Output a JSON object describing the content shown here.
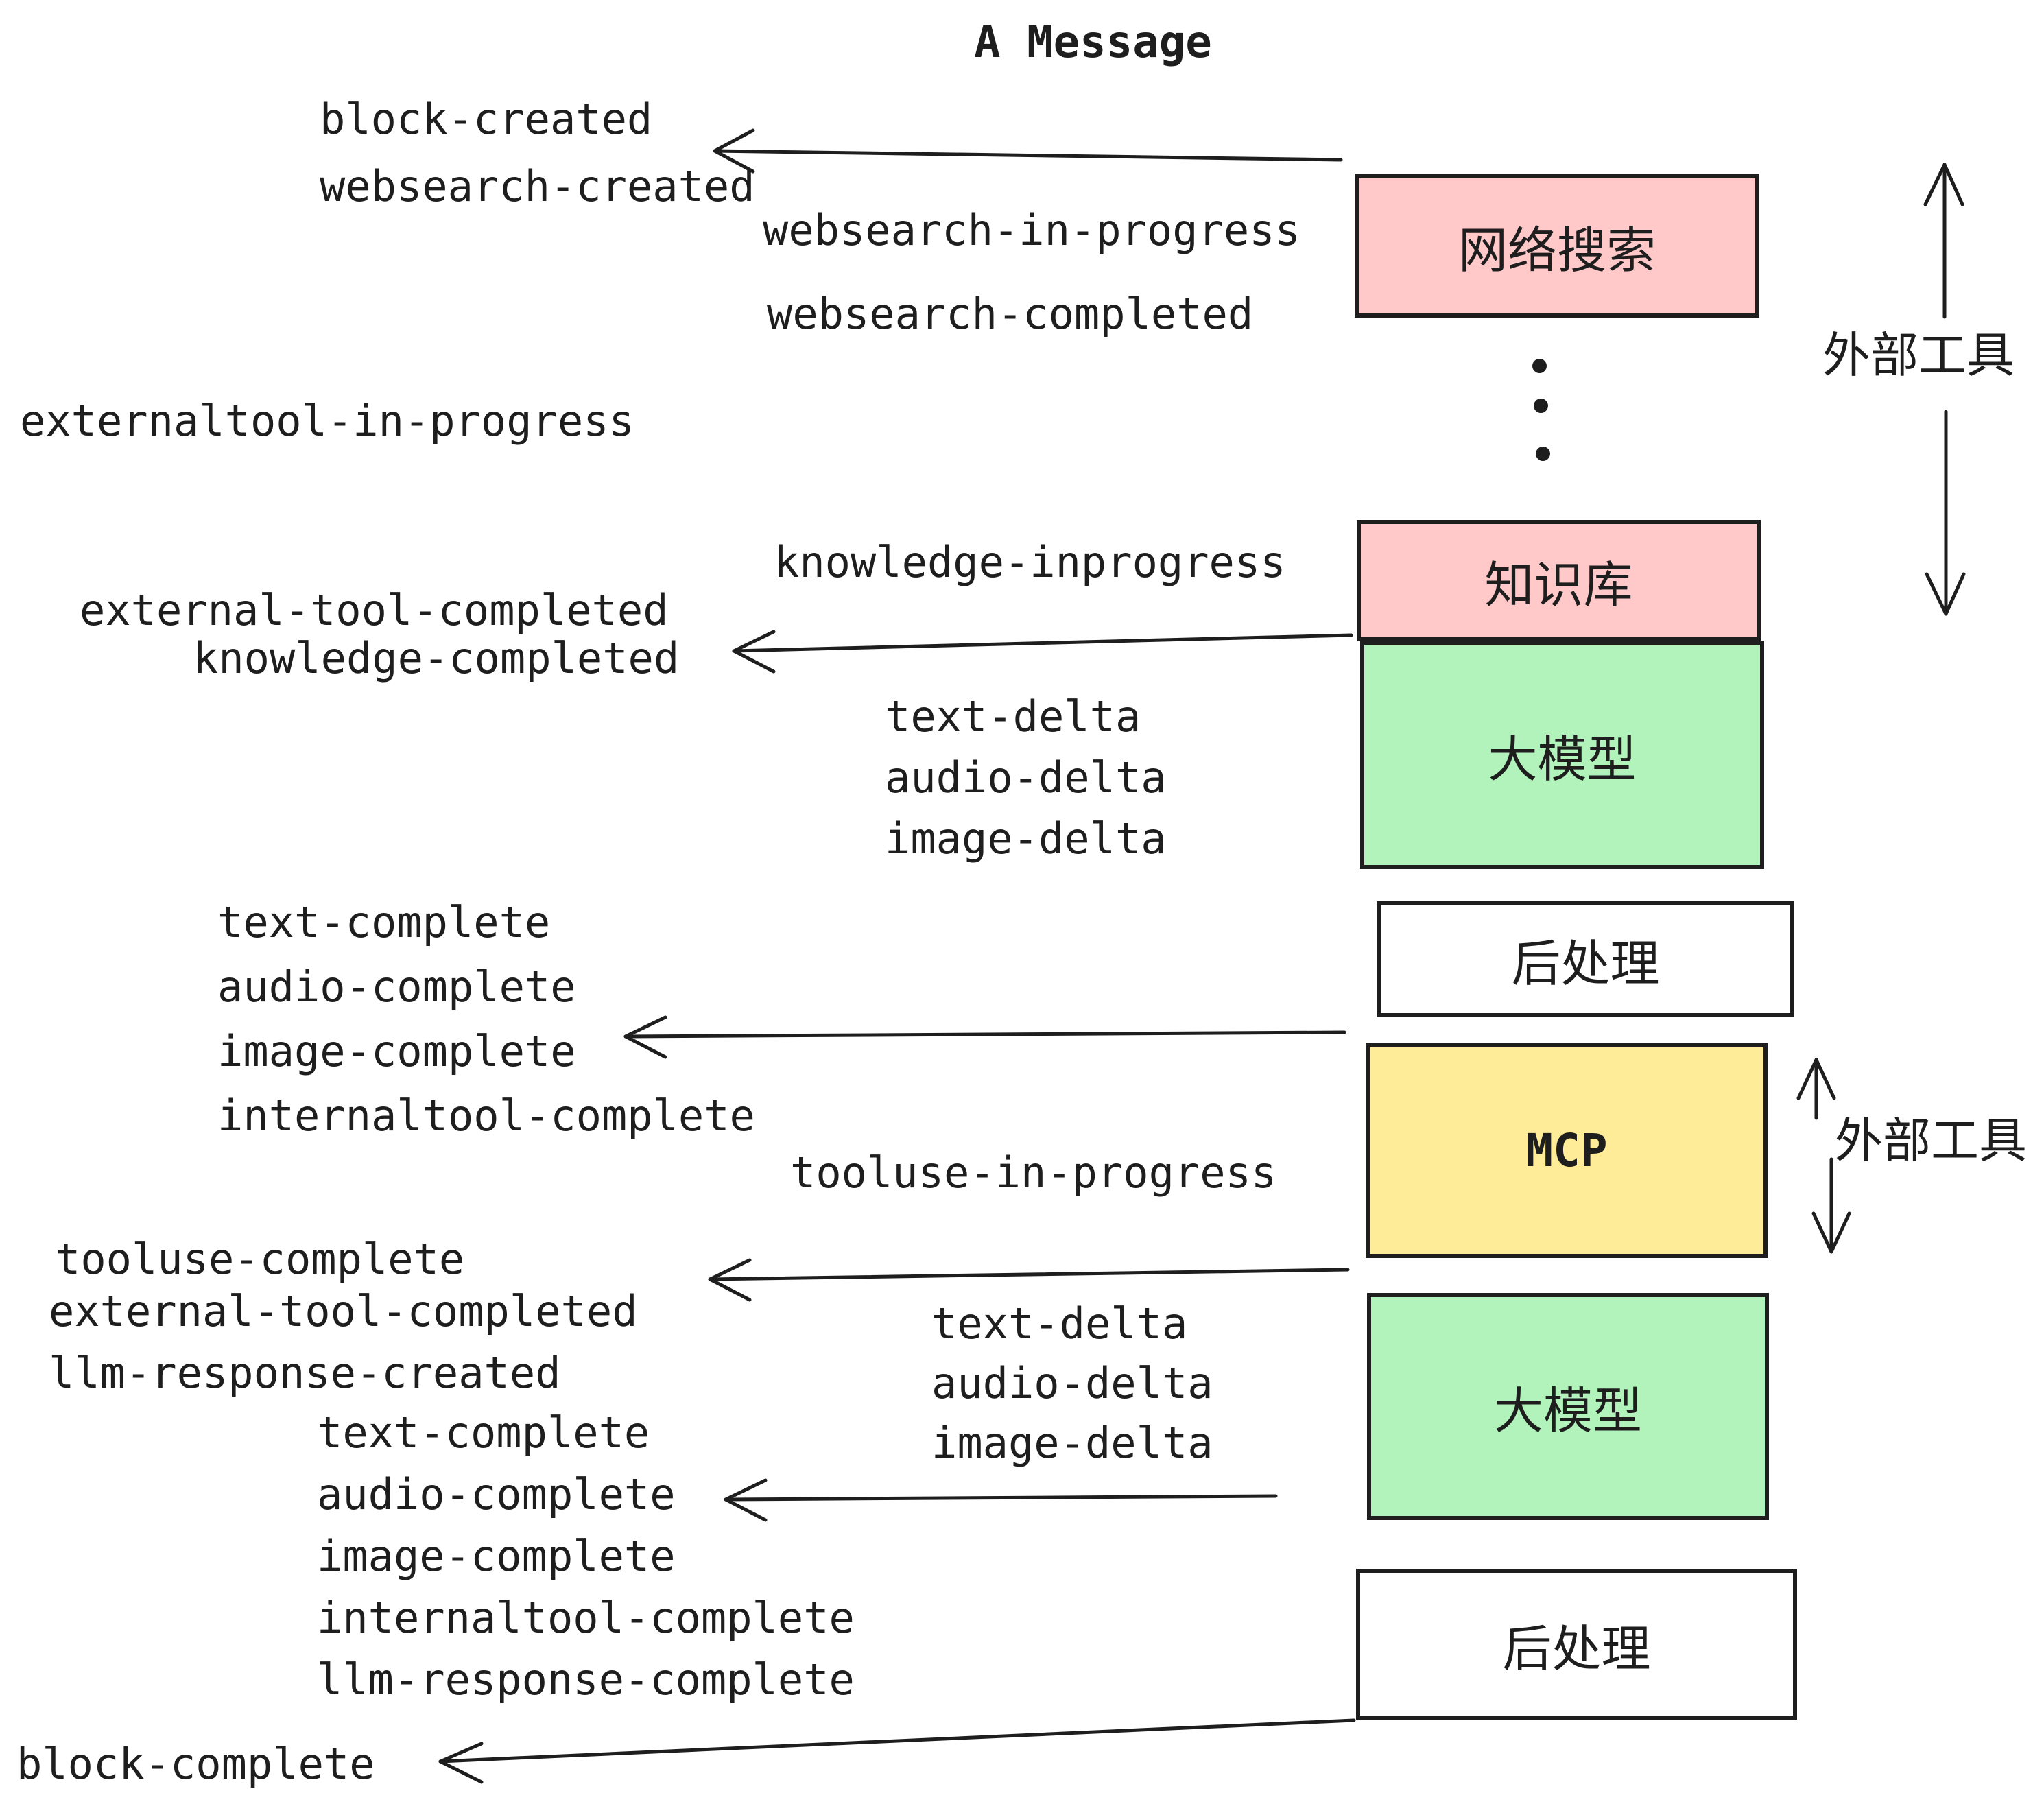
{
  "title": "A Message",
  "colors": {
    "box_pink": "#ffc9c9",
    "box_green": "#b2f2bb",
    "box_yellow": "#ffec99",
    "box_white": "#ffffff",
    "stroke": "#1e1e1e",
    "background": "#ffffff"
  },
  "boxes": [
    {
      "label": "网络搜索",
      "fill": "pink"
    },
    {
      "label": "知识库",
      "fill": "pink"
    },
    {
      "label": "大模型",
      "fill": "green"
    },
    {
      "label": "后处理",
      "fill": "white"
    },
    {
      "label": "MCP",
      "fill": "yellow"
    },
    {
      "label": "大模型",
      "fill": "green"
    },
    {
      "label": "后处理",
      "fill": "white"
    }
  ],
  "side_labels": {
    "external_tools_top": "外部工具",
    "external_tools_bottom": "外部工具"
  },
  "events": {
    "block_created": "block-created",
    "websearch_created": "websearch-created",
    "websearch_in_progress": "websearch-in-progress",
    "websearch_completed": "websearch-completed",
    "externaltool_in_progress": "externaltool-in-progress",
    "knowledge_inprogress": "knowledge-inprogress",
    "external_tool_completed": "external-tool-completed",
    "knowledge_completed": "knowledge-completed",
    "stream_deltas_1": [
      "text-delta",
      "audio-delta",
      "image-delta"
    ],
    "complete_set_1": [
      "text-complete",
      "audio-complete",
      "image-complete",
      "internaltool-complete"
    ],
    "tooluse_in_progress": "tooluse-in-progress",
    "tooluse_complete": "tooluse-complete",
    "external_tool_completed_2": "external-tool-completed",
    "llm_response_created": "llm-response-created",
    "stream_deltas_2": [
      "text-delta",
      "audio-delta",
      "image-delta"
    ],
    "complete_set_2": [
      "text-complete",
      "audio-complete",
      "image-complete",
      "internaltool-complete",
      "llm-response-complete"
    ],
    "block_complete": "block-complete"
  }
}
